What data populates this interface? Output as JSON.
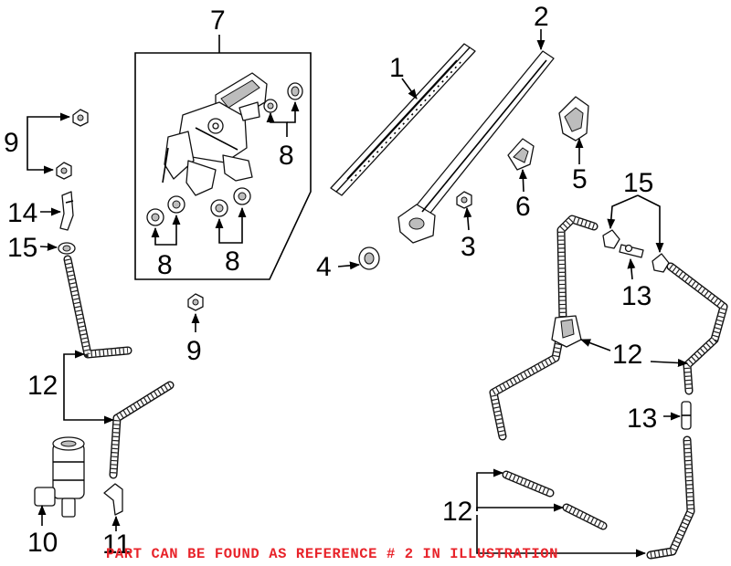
{
  "callouts": {
    "c1": "1",
    "c2": "2",
    "c3": "3",
    "c4": "4",
    "c5": "5",
    "c6": "6",
    "c7": "7",
    "c8a": "8",
    "c8b": "8",
    "c8c": "8",
    "c9a": "9",
    "c9b": "9",
    "c10": "10",
    "c11": "11",
    "c12a": "12",
    "c12b": "12",
    "c12c": "12",
    "c13a": "13",
    "c13b": "13",
    "c14": "14",
    "c15a": "15",
    "c15b": "15"
  },
  "note": "PART CAN BE FOUND AS REFERENCE # 2 IN ILLUSTRATION",
  "colors": {
    "note": "#e8232a",
    "lines": "#000000",
    "part_shade": "#bdbdbd"
  }
}
